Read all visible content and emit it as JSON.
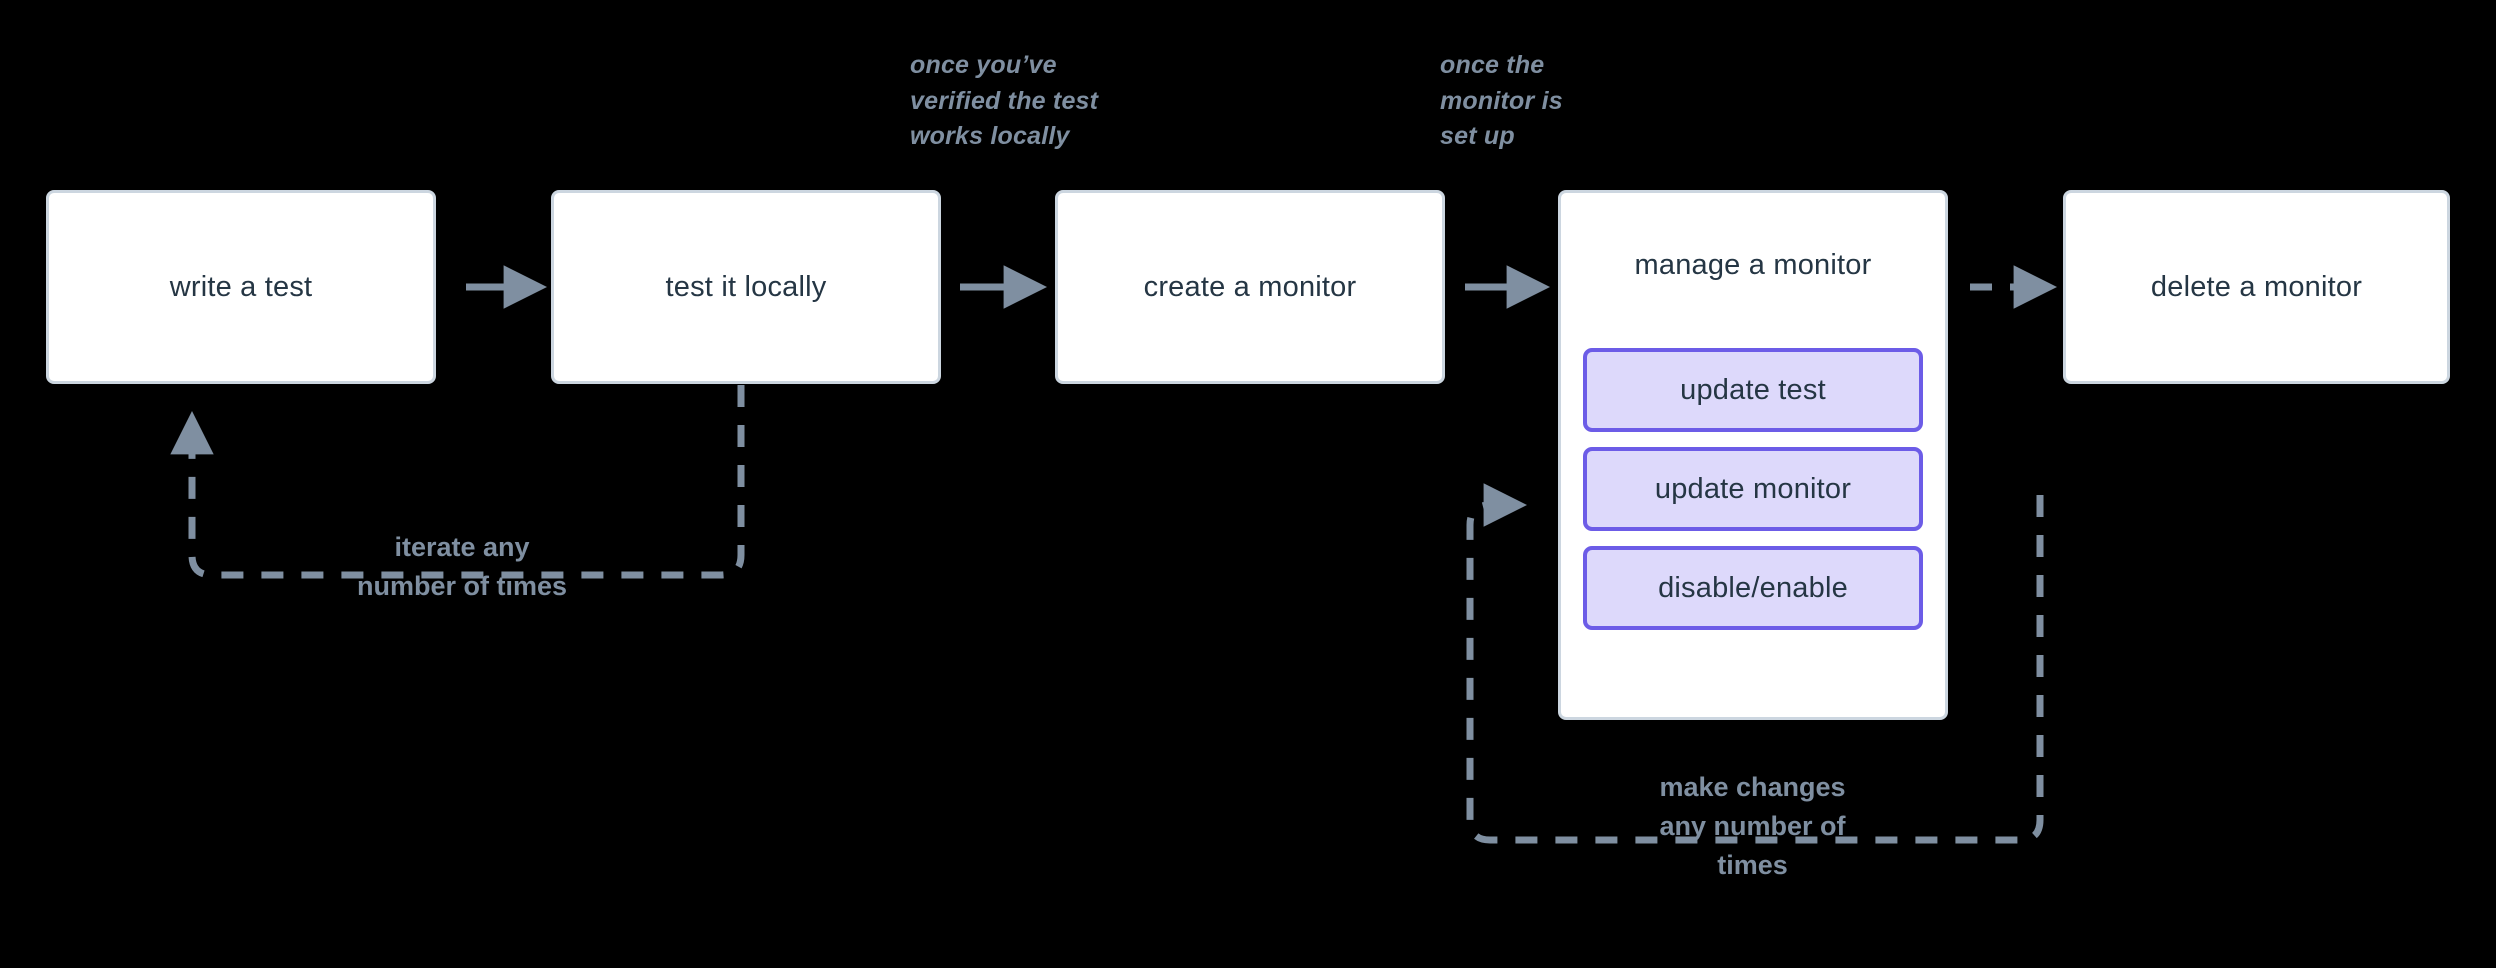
{
  "diagram": {
    "title": "monitor lifecycle flow",
    "background": "#000000",
    "colors": {
      "node_border": "#ccd6e0",
      "node_fill": "#ffffff",
      "node_text": "#253644",
      "sub_node_border": "#6c5ce7",
      "sub_node_fill": "#ddd9fb",
      "edge": "#7f8fa1",
      "annotation_text": "#7f8fa1"
    },
    "nodes": [
      {
        "id": "write-a-test",
        "label": "write a test"
      },
      {
        "id": "test-it-locally",
        "label": "test it locally"
      },
      {
        "id": "create-a-monitor",
        "label": "create a monitor"
      },
      {
        "id": "manage-a-monitor",
        "label": "manage a monitor"
      },
      {
        "id": "delete-a-monitor",
        "label": "delete a monitor"
      }
    ],
    "sub_nodes": [
      {
        "id": "update-test",
        "label": "update test"
      },
      {
        "id": "update-monitor",
        "label": "update monitor"
      },
      {
        "id": "disable-enable",
        "label": "disable/enable"
      }
    ],
    "annotations": [
      {
        "id": "annotation-verified",
        "text": "once you’ve\nverified the test\nworks locally"
      },
      {
        "id": "annotation-setup",
        "text": "once the\nmonitor is\nset up"
      }
    ],
    "loop_labels": [
      {
        "id": "loop-iterate",
        "text": "iterate any\nnumber of times"
      },
      {
        "id": "loop-make-changes",
        "text": "make changes\nany number of\ntimes"
      }
    ]
  }
}
